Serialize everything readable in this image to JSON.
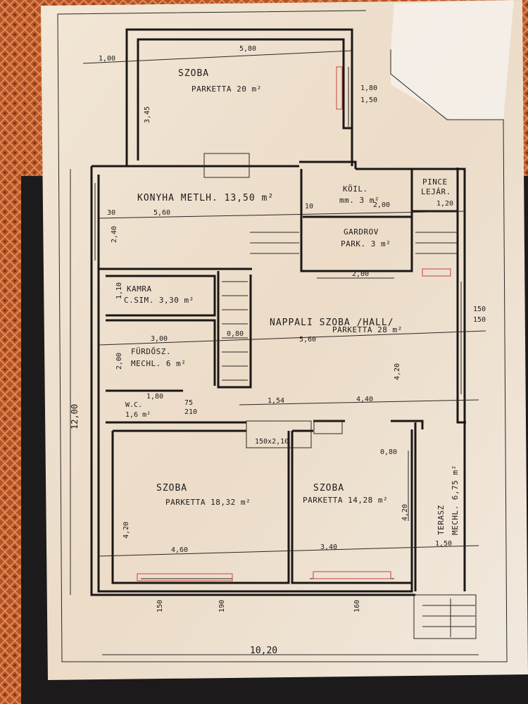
{
  "plan": {
    "rooms": {
      "szoba_top": {
        "name": "SZOBA",
        "detail": "PARKETTA 20 m²"
      },
      "konyha": {
        "name": "KONYHA METLH. 13,50 m²"
      },
      "kamra_koil": {
        "name": "KÖIL.",
        "detail": "mm. 3 m²"
      },
      "pince": {
        "name": "PINCE",
        "detail": "LEJÁR."
      },
      "gardrob": {
        "name": "GARDROV",
        "detail": "PARK. 3 m²"
      },
      "kamra": {
        "name": "KAMRA",
        "detail": "C.SIM. 3,30 m²"
      },
      "furdo": {
        "name": "FÜRDŐSZ.",
        "detail": "MECHL. 6 m²"
      },
      "wc": {
        "name": "W.C.",
        "detail": "1,6 m²"
      },
      "hall": {
        "name": "NAPPALI SZOBA /HALL/",
        "detail": "PARKETTA 28 m²"
      },
      "szoba_left": {
        "name": "SZOBA",
        "detail": "PARKETTA 18,32 m²"
      },
      "szoba_right": {
        "name": "SZOBA",
        "detail": "PARKETTA 14,28 m²"
      },
      "terasz": {
        "name": "TERASZ",
        "detail": "MECHL. 6,75 m²"
      }
    },
    "dimensions": {
      "top_width": "5,80",
      "top_left": "1,00",
      "top_height": "3,45",
      "window_top_a": "1,80",
      "window_top_b": "1,50",
      "kitchen_width": "5,60",
      "kitchen_height": "2,40",
      "hall_width": "5,60",
      "hall_height": "4,20",
      "hall_lower": "4,40",
      "hall_left": "1,54",
      "gardrob_width": "2,00",
      "koil_width": "2,00",
      "pince_width": "1,20",
      "furdo_width": "3,00",
      "stair_width": "0,80",
      "furdo_height": "2,00",
      "kamra_height": "1,10",
      "wc_width": "1,80",
      "chimney": "150x2,10",
      "total_height": "12,00",
      "szoba_left_width": "4,60",
      "szoba_left_height": "4,20",
      "szoba_right_width": "3,40",
      "terasz_width": "1,50",
      "terasz_height": "4,20",
      "total_width": "10,20",
      "door_small": "0,80",
      "wall_30": "30",
      "wall_10": "10",
      "window_hall_a": "150",
      "window_hall_b": "150",
      "window_bottom_a": "150",
      "window_bottom_b": "190",
      "window_bottom_c": "160",
      "door_75": "75",
      "door_210": "210"
    }
  }
}
